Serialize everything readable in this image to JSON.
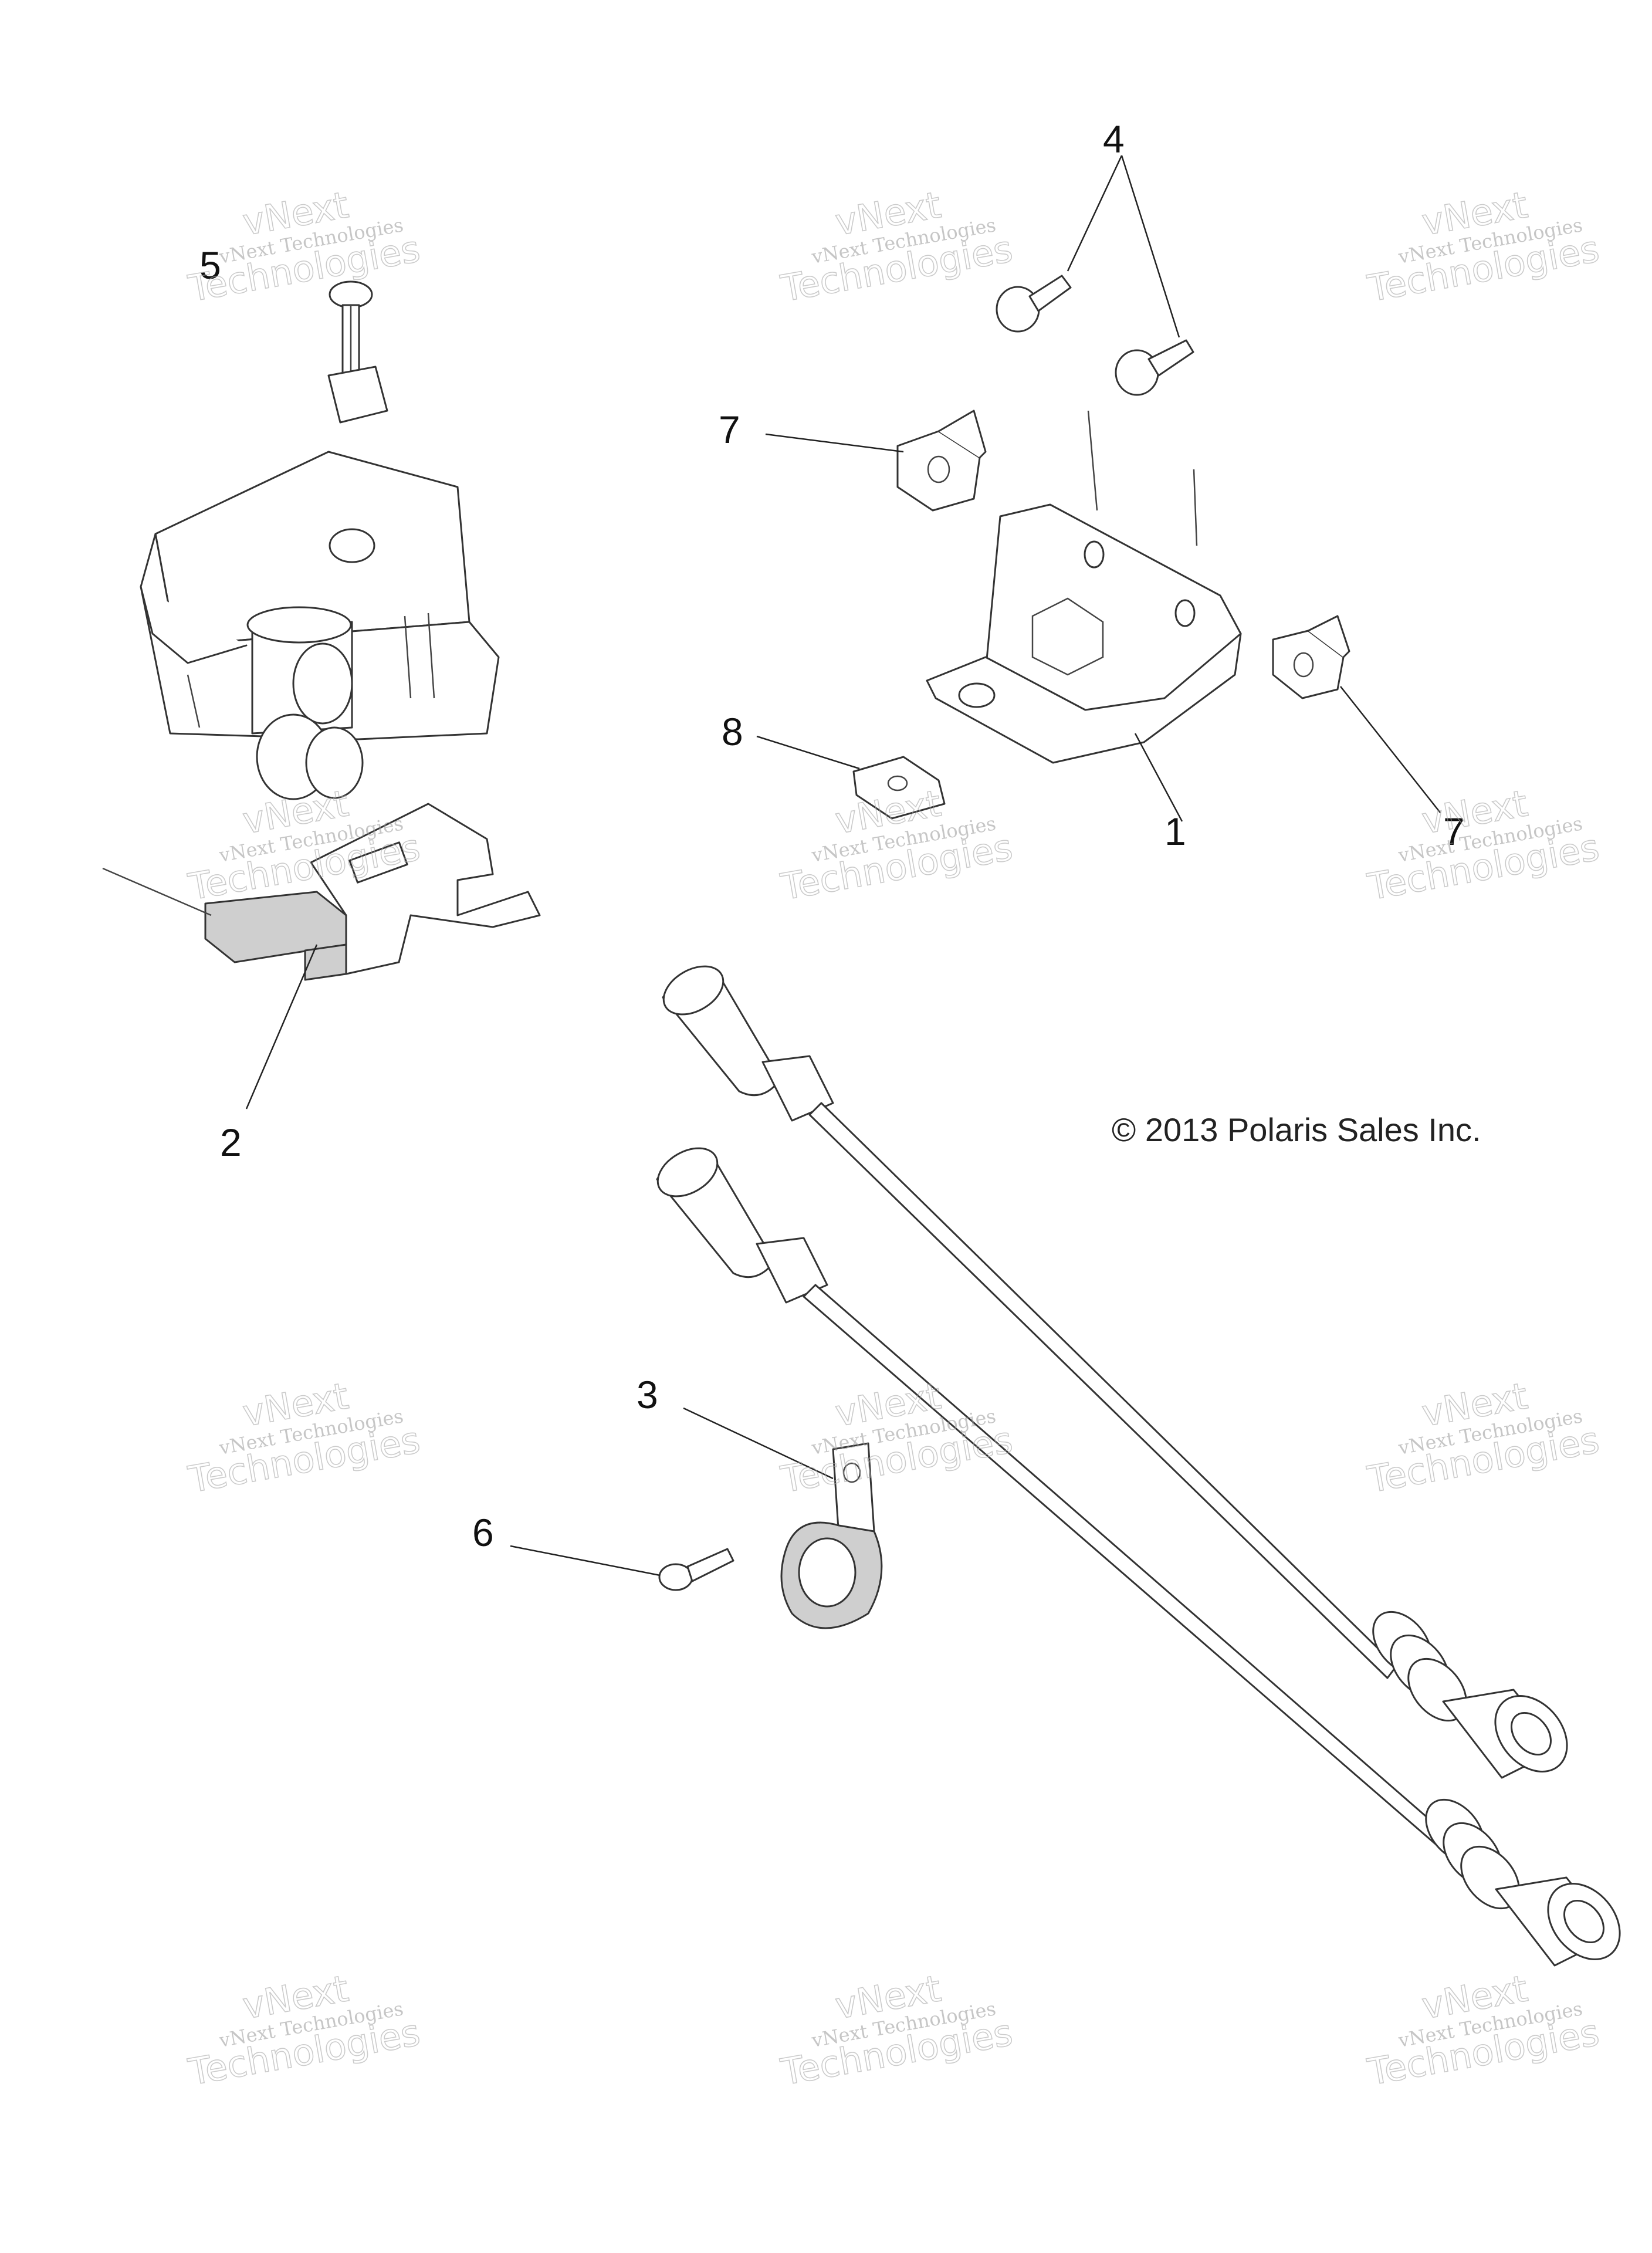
{
  "callouts": {
    "c1": "1",
    "c2": "2",
    "c3": "3",
    "c4": "4",
    "c5": "5",
    "c6": "6",
    "c7a": "7",
    "c7b": "7",
    "c8": "8"
  },
  "copyright": "© 2013 Polaris Sales Inc.",
  "watermark": {
    "line1": "vNext",
    "line2": "vNext Technologies",
    "line3": "Technologies"
  }
}
